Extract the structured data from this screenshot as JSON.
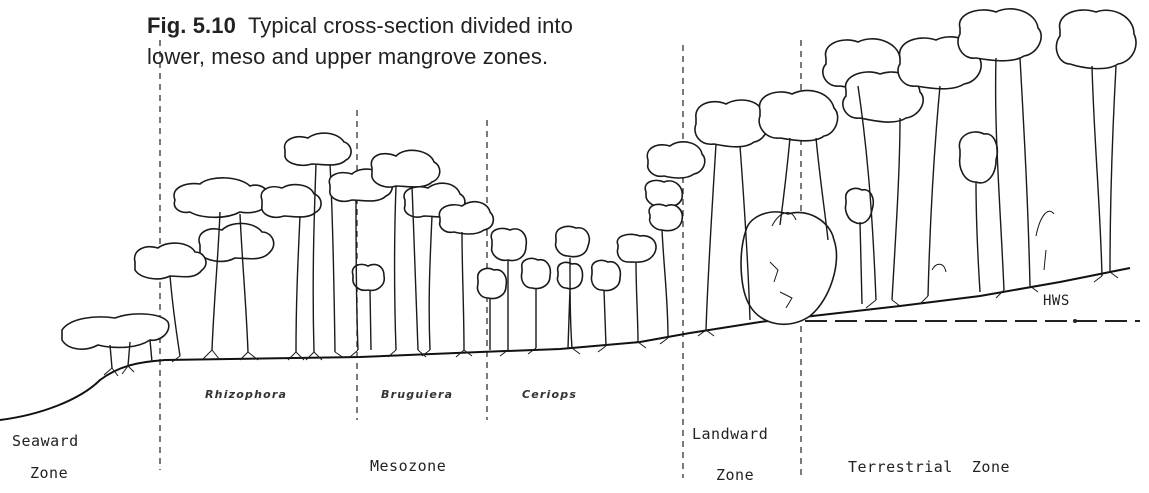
{
  "figure": {
    "number": "Fig. 5.10",
    "caption_line1": "Typical cross-section divided into",
    "caption_line2": "lower, meso and upper mangrove zones."
  },
  "zones": {
    "seaward_line1": "Seaward",
    "seaward_line2": "Zone",
    "mesozone": "Mesozone",
    "landward_line1": "Landward",
    "landward_line2": "Zone",
    "terrestrial": "Terrestrial  Zone"
  },
  "genera": {
    "rhizophora": "Rhizophora",
    "bruguiera": "Bruguiera",
    "ceriops": "Ceriops"
  },
  "hws_label": "HWS"
}
